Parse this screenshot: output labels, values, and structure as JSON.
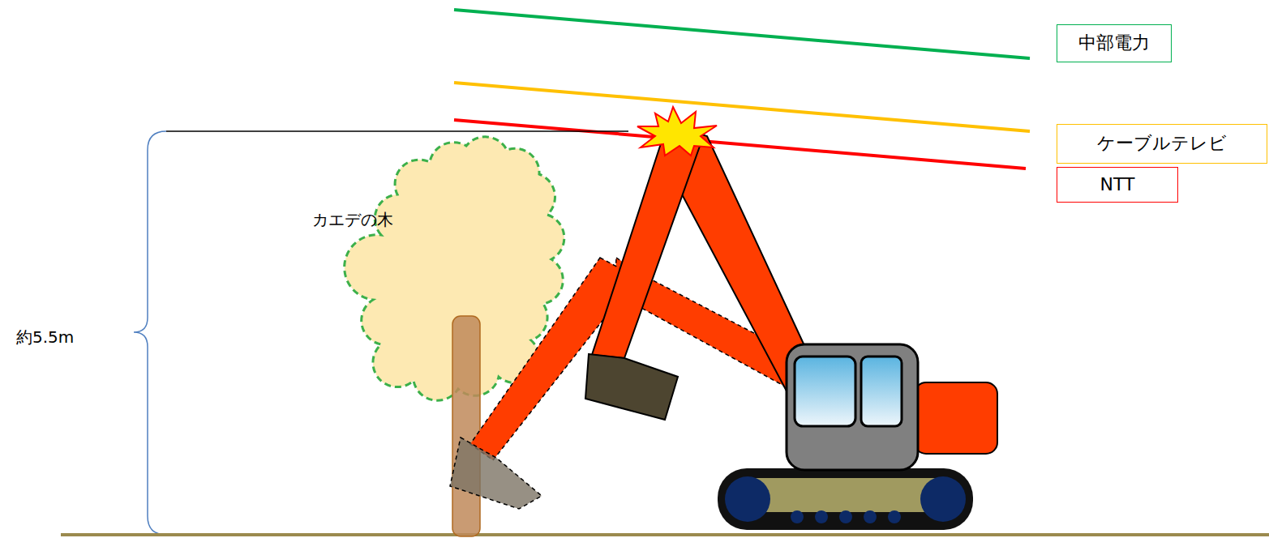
{
  "diagram": {
    "nodes": [
      {
        "text": [
          "中部電力"
        ]
      },
      {
        "text": [
          "ケーブルテレビ"
        ]
      },
      {
        "text": [
          "NTT"
        ]
      }
    ],
    "labels": [
      "カエデの木",
      "約5.5m"
    ]
  }
}
